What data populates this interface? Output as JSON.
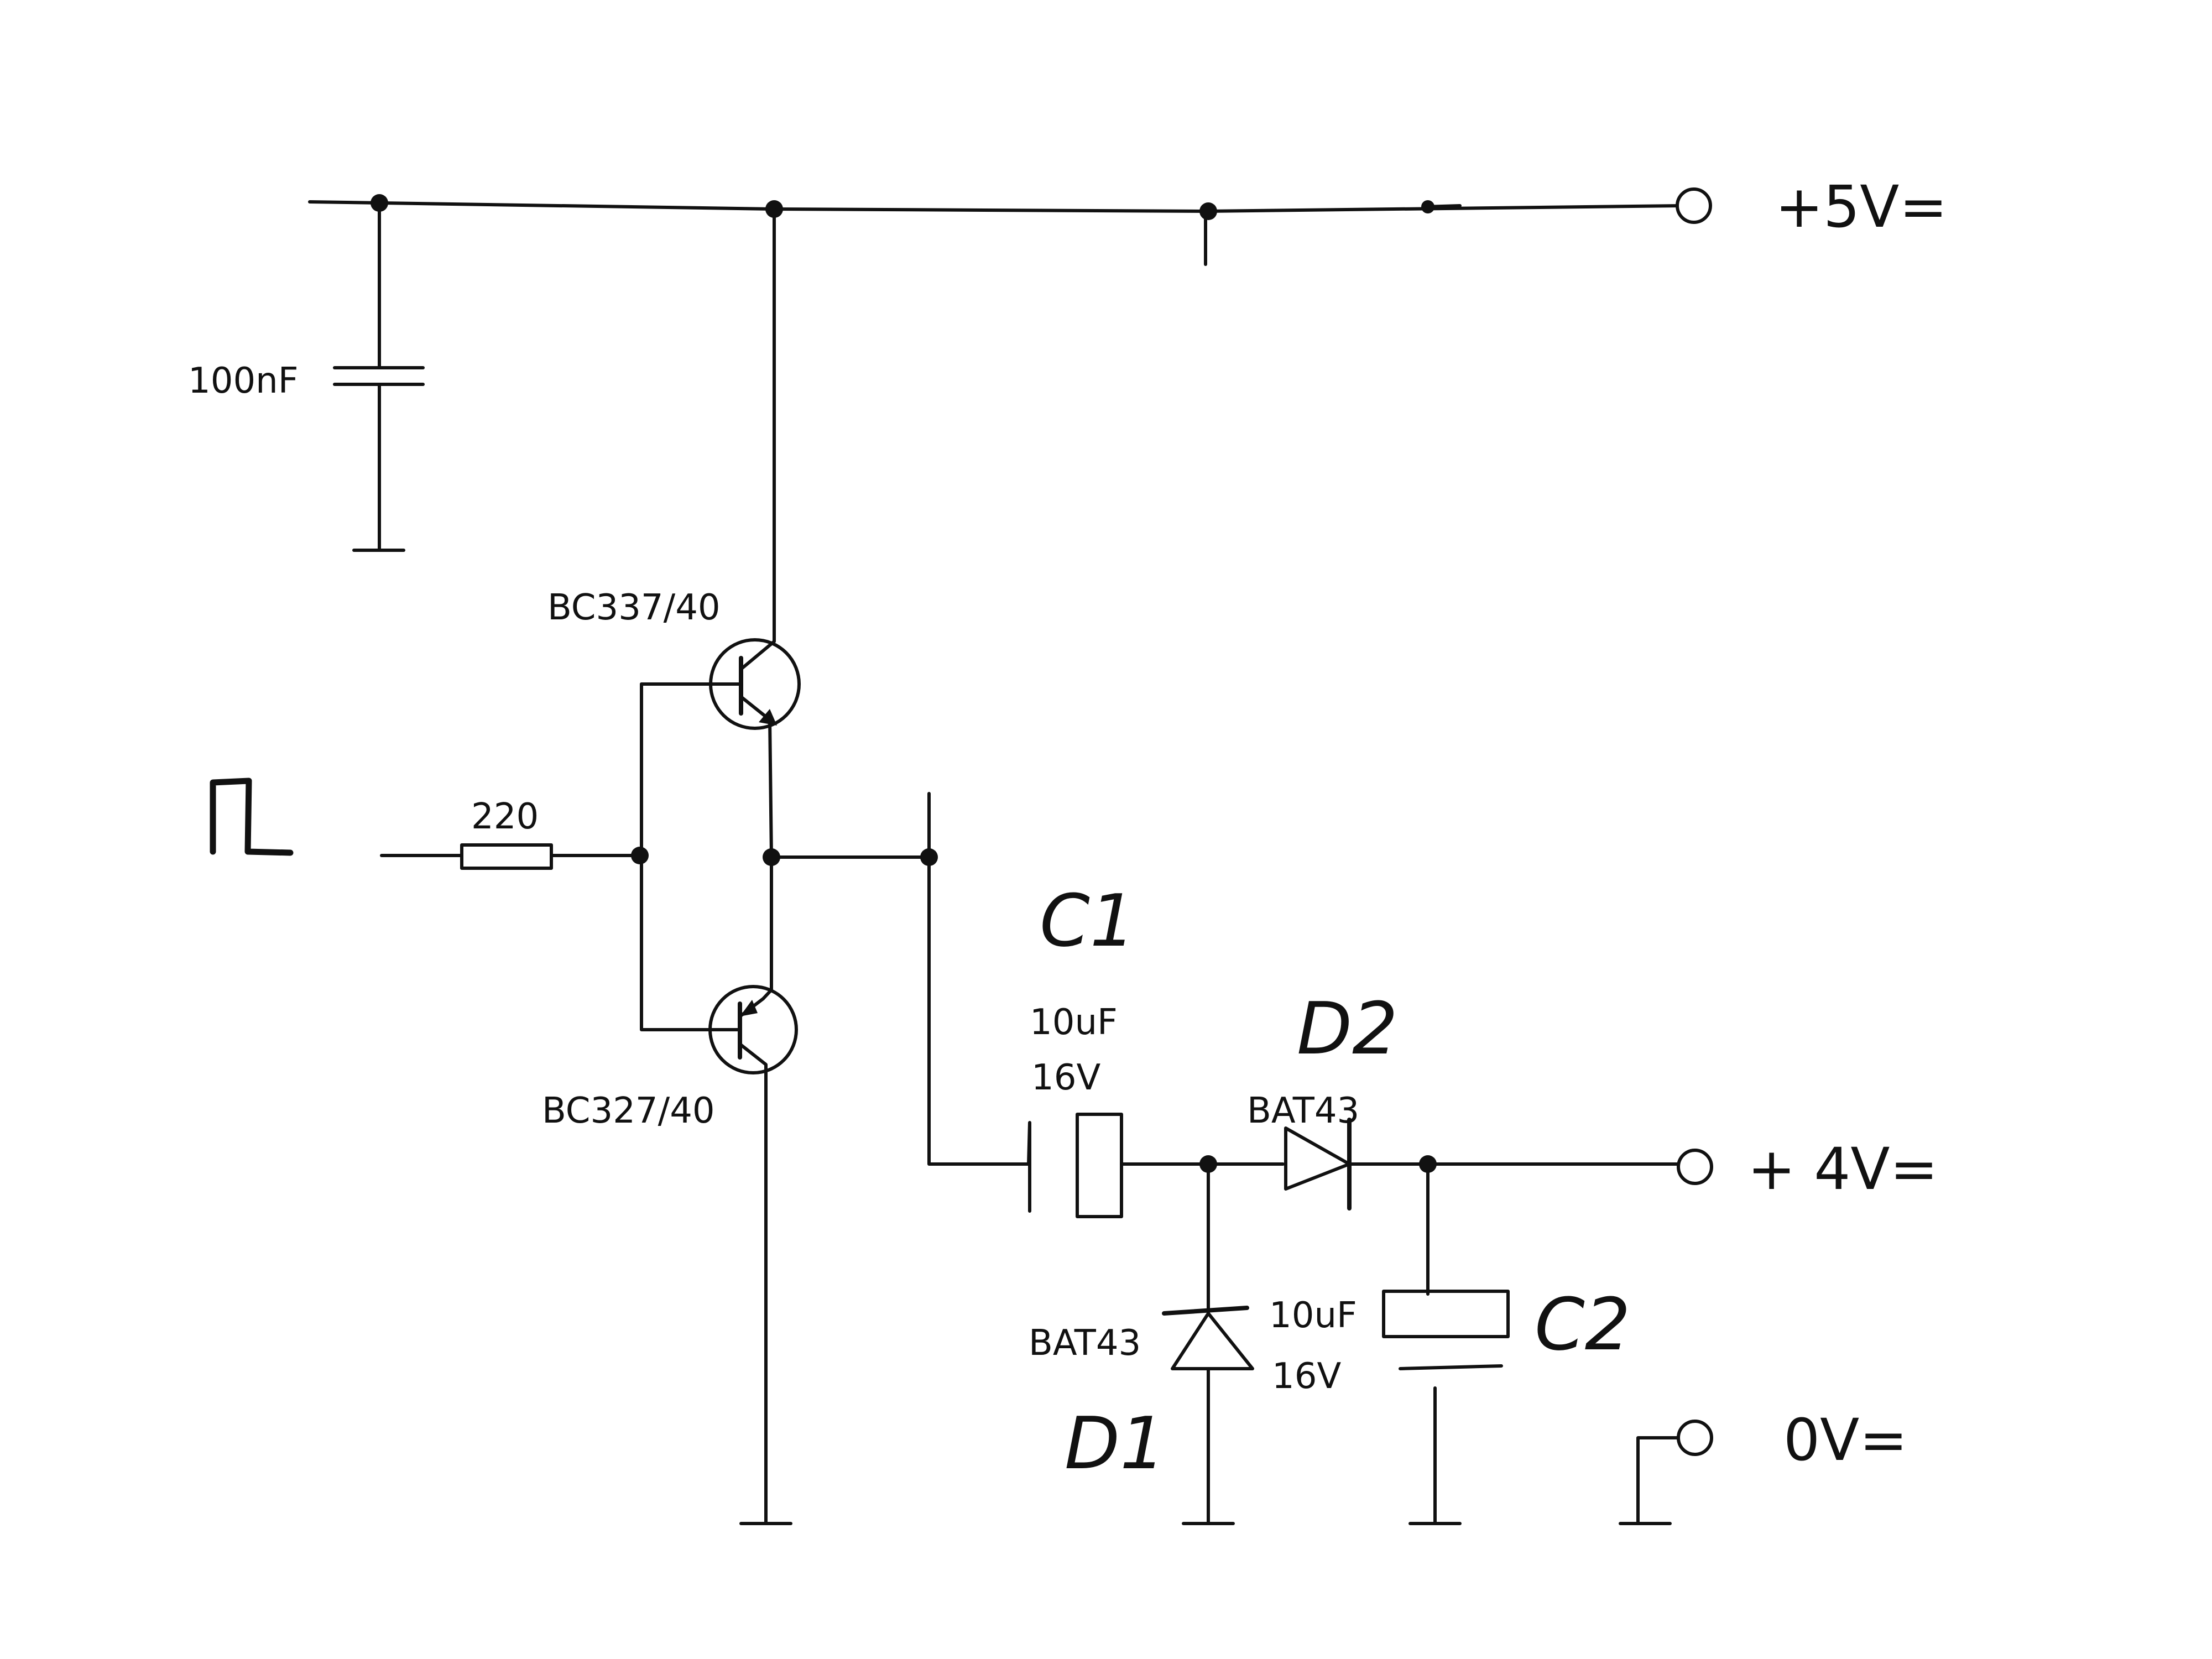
{
  "labels": {
    "v_plus5": "+5V=",
    "v_plus4": "+ 4V=",
    "v_0": "0V=",
    "cap_bypass": "100nF",
    "npn_part": "BC337/40",
    "pnp_part": "BC327/40",
    "resistor": "220",
    "c1_ref": "C1",
    "c1_value": "10uF",
    "c1_voltage": "16V",
    "d2_ref": "D2",
    "d2_part": "BAT43",
    "d1_ref": "D1",
    "d1_part": "BAT43",
    "c2_ref": "C2",
    "c2_value": "10uF",
    "c2_voltage": "16V"
  },
  "icons": {
    "input": "square-pulse-icon",
    "ground": "ground-icon",
    "terminal": "terminal-circle-icon"
  }
}
